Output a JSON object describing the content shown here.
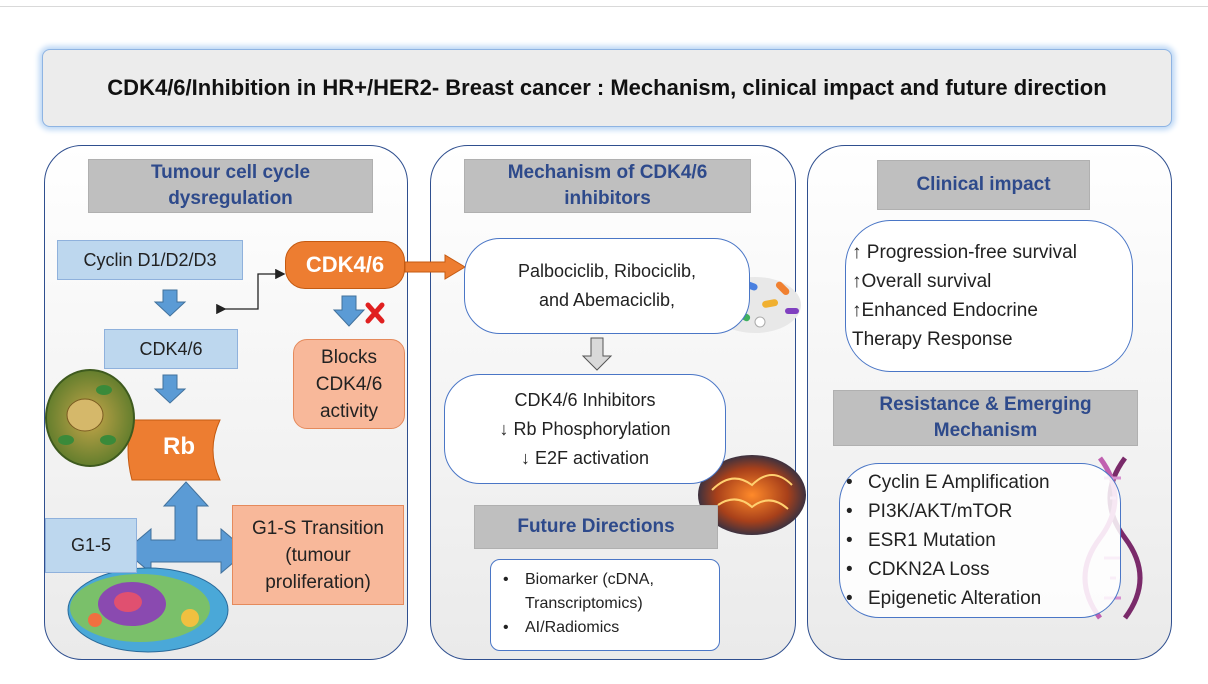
{
  "title": "CDK4/6/Inhibition in HR+/HER2- Breast cancer : Mechanism, clinical impact and future direction",
  "left_panel": {
    "header": [
      "Tumour cell cycle",
      "dysregulation"
    ],
    "cyclin": "Cyclin D1/D2/D3",
    "cdk_top": "CDK4/6",
    "cdk_box": "CDK4/6",
    "rb": "Rb",
    "blocks": [
      "Blocks",
      "CDK4/6",
      "activity"
    ],
    "g1": "G1-5",
    "transition": [
      "G1-S Transition",
      "(tumour",
      "proliferation)"
    ]
  },
  "middle_panel": {
    "header": [
      "Mechanism of CDK4/6",
      "inhibitors"
    ],
    "drugs": [
      "Palbociclib, Ribociclib,",
      "and Abemaciclib,"
    ],
    "effects": [
      "CDK4/6 Inhibitors",
      "↓ Rb Phosphorylation",
      "↓ E2F activation"
    ],
    "future_header": "Future Directions",
    "future_items": [
      "Biomarker (cDNA,",
      "Transcriptomics)",
      "AI/Radiomics"
    ]
  },
  "right_panel": {
    "clinical_header": "Clinical impact",
    "clinical_items": [
      "↑ Progression-free survival",
      "↑Overall survival",
      "↑Enhanced Endocrine",
      "Therapy Response"
    ],
    "resistance_header": [
      "Resistance & Emerging",
      "Mechanism"
    ],
    "resistance_items": [
      "Cyclin E Amplification",
      "PI3K/AKT/mTOR",
      "ESR1 Mutation",
      "CDKN2A Loss",
      "Epigenetic Alteration"
    ]
  },
  "colors": {
    "accent_blue": "#5b9bd5",
    "orange": "#ed7d31",
    "salmon": "#f8b89a",
    "header_text": "#2e4a8b",
    "cancel_red": "#e02020"
  }
}
